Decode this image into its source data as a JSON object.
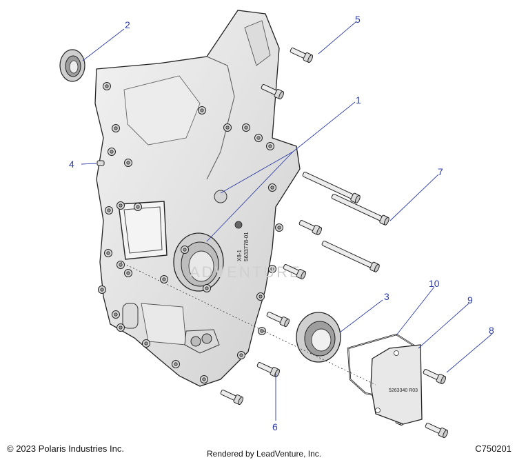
{
  "callouts": [
    {
      "id": "1",
      "label": "1"
    },
    {
      "id": "2",
      "label": "2"
    },
    {
      "id": "3",
      "label": "3"
    },
    {
      "id": "4",
      "label": "4"
    },
    {
      "id": "5",
      "label": "5"
    },
    {
      "id": "6",
      "label": "6"
    },
    {
      "id": "7",
      "label": "7"
    },
    {
      "id": "8",
      "label": "8"
    },
    {
      "id": "9",
      "label": "9"
    },
    {
      "id": "10",
      "label": "10"
    }
  ],
  "cover_markings": {
    "line1": "X8-1",
    "line2": "5633778-01"
  },
  "plate_marking": "5263340 R03",
  "watermark": "ADVENTURE",
  "footer": {
    "copyright": "© 2023 Polaris Industries Inc.",
    "rendered_by": "Rendered by LeadVenture, Inc.",
    "diagram_id": "C750201"
  },
  "colors": {
    "callout": "#2b3aa6",
    "part_fill": "#e4e4e4",
    "part_outline": "#222222"
  }
}
